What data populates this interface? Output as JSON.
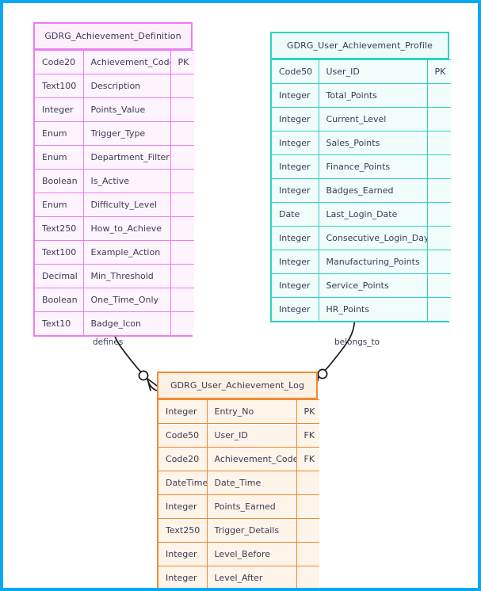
{
  "diagram": {
    "type": "entity-relationship-diagram",
    "border_color": "#08A9F0",
    "background": "#ffffff"
  },
  "entities": [
    {
      "id": "achievement_definition",
      "name": "GDRG_Achievement_Definition",
      "color": "#ED7DEE",
      "fill": "#FEF4FE",
      "columns": [
        "type",
        "name",
        "key"
      ],
      "fields": [
        {
          "type": "Code20",
          "name": "Achievement_Code",
          "key": "PK"
        },
        {
          "type": "Text100",
          "name": "Description",
          "key": ""
        },
        {
          "type": "Integer",
          "name": "Points_Value",
          "key": ""
        },
        {
          "type": "Enum",
          "name": "Trigger_Type",
          "key": ""
        },
        {
          "type": "Enum",
          "name": "Department_Filter",
          "key": ""
        },
        {
          "type": "Boolean",
          "name": "Is_Active",
          "key": ""
        },
        {
          "type": "Enum",
          "name": "Difficulty_Level",
          "key": ""
        },
        {
          "type": "Text250",
          "name": "How_to_Achieve",
          "key": ""
        },
        {
          "type": "Text100",
          "name": "Example_Action",
          "key": ""
        },
        {
          "type": "Decimal",
          "name": "Min_Threshold",
          "key": ""
        },
        {
          "type": "Boolean",
          "name": "One_Time_Only",
          "key": ""
        },
        {
          "type": "Text10",
          "name": "Badge_Icon",
          "key": ""
        }
      ]
    },
    {
      "id": "user_achievement_profile",
      "name": "GDRG_User_Achievement_Profile",
      "color": "#2ED3C0",
      "fill": "#F0FDFB",
      "columns": [
        "type",
        "name",
        "key"
      ],
      "fields": [
        {
          "type": "Code50",
          "name": "User_ID",
          "key": "PK"
        },
        {
          "type": "Integer",
          "name": "Total_Points",
          "key": ""
        },
        {
          "type": "Integer",
          "name": "Current_Level",
          "key": ""
        },
        {
          "type": "Integer",
          "name": "Sales_Points",
          "key": ""
        },
        {
          "type": "Integer",
          "name": "Finance_Points",
          "key": ""
        },
        {
          "type": "Integer",
          "name": "Badges_Earned",
          "key": ""
        },
        {
          "type": "Date",
          "name": "Last_Login_Date",
          "key": ""
        },
        {
          "type": "Integer",
          "name": "Consecutive_Login_Days",
          "key": ""
        },
        {
          "type": "Integer",
          "name": "Manufacturing_Points",
          "key": ""
        },
        {
          "type": "Integer",
          "name": "Service_Points",
          "key": ""
        },
        {
          "type": "Integer",
          "name": "HR_Points",
          "key": ""
        }
      ]
    },
    {
      "id": "user_achievement_log",
      "name": "GDRG_User_Achievement_Log",
      "color": "#F08A33",
      "fill": "#FEF4E9",
      "columns": [
        "type",
        "name",
        "key"
      ],
      "fields": [
        {
          "type": "Integer",
          "name": "Entry_No",
          "key": "PK"
        },
        {
          "type": "Code50",
          "name": "User_ID",
          "key": "FK"
        },
        {
          "type": "Code20",
          "name": "Achievement_Code",
          "key": "FK"
        },
        {
          "type": "DateTime",
          "name": "Date_Time",
          "key": ""
        },
        {
          "type": "Integer",
          "name": "Points_Earned",
          "key": ""
        },
        {
          "type": "Text250",
          "name": "Trigger_Details",
          "key": ""
        },
        {
          "type": "Integer",
          "name": "Level_Before",
          "key": ""
        },
        {
          "type": "Integer",
          "name": "Level_After",
          "key": ""
        }
      ]
    }
  ],
  "relationships": [
    {
      "id": "defines",
      "label": "defines",
      "from": "achievement_definition",
      "to": "user_achievement_log",
      "from_cardinality": "exactly-one",
      "to_cardinality": "zero-or-many"
    },
    {
      "id": "belongs_to",
      "label": "belongs_to",
      "from": "user_achievement_profile",
      "to": "user_achievement_log",
      "from_cardinality": "exactly-one",
      "to_cardinality": "zero-or-many"
    }
  ]
}
